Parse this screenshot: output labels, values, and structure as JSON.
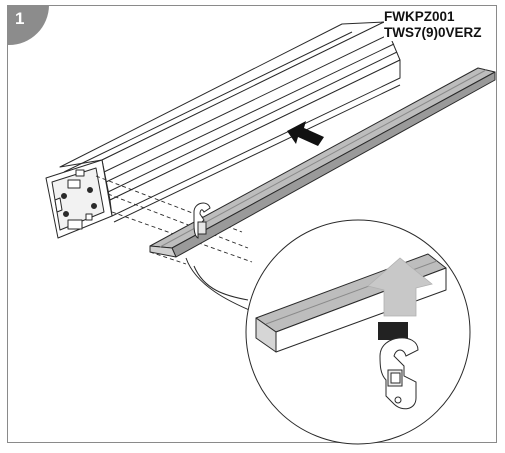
{
  "step": {
    "number": "1"
  },
  "product_codes": {
    "line1": "FWKPZ001",
    "line2": "TWS7(9)0VERZ"
  },
  "diagram": {
    "parts": [
      "cable-trunking",
      "cover-rail",
      "mounting-clip",
      "direction-arrow",
      "detail-magnifier"
    ],
    "colors": {
      "frame": "#8a8a8a",
      "badge": "#8c8c8c",
      "rail_fill": "#b8b8b8",
      "detail_arrow": "#c8c8c8",
      "stroke": "#2a2a2a"
    }
  }
}
